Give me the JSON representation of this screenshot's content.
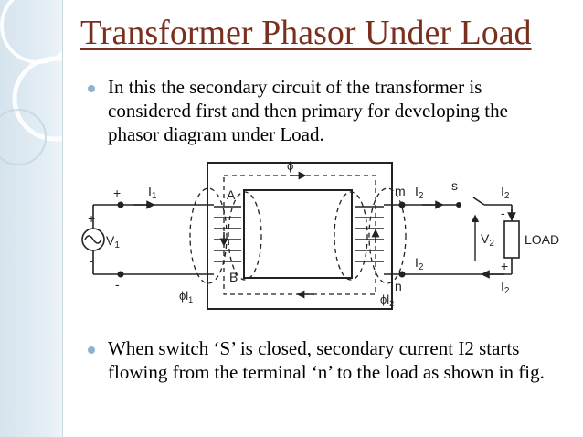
{
  "title": "Transformer Phasor Under Load",
  "bullets": [
    "In this the secondary circuit of the transformer is considered first and then primary for developing the phasor diagram under Load.",
    "When switch ‘S’ is closed, secondary current I2 starts flowing from the terminal ‘n’ to the load as shown in fig."
  ],
  "colors": {
    "title": "#7b2f1f",
    "bullet": "#8fb3cf",
    "side_band": "#d6e4ee"
  },
  "figure": {
    "flux": "ϕ",
    "plus_top": "+",
    "i1": "I",
    "i1_sub": "1",
    "plus_source": "+",
    "v1": "V",
    "v1_sub": "1",
    "minus_source": "-",
    "minus_bottom": "-",
    "a": "A",
    "b": "B",
    "phi_l1": "ϕl",
    "phi_l1_sub": "1",
    "m": "m",
    "i2_top": "I",
    "i2_top_sub": "2",
    "s": "s",
    "i2_right": "I",
    "i2_right_sub": "2",
    "minus_load": "-",
    "v2": "V",
    "v2_sub": "2",
    "load": "LOAD",
    "i2_mid": "I",
    "i2_mid_sub": "2",
    "n": "n",
    "plus_load": "+",
    "i2_bottom": "I",
    "i2_bottom_sub": "2",
    "phi_l2": "ϕl",
    "phi_l2_sub": "2"
  }
}
